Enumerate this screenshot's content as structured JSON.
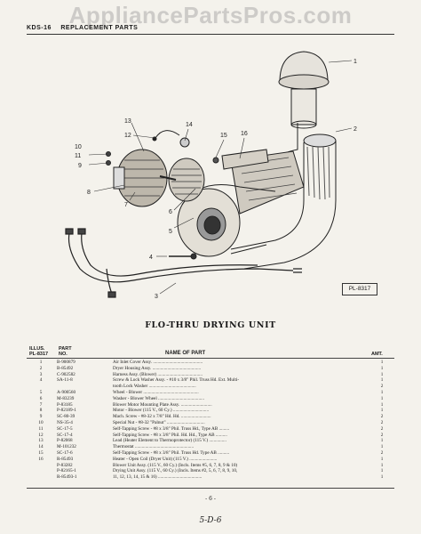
{
  "watermark": "AppliancePartsPros.com",
  "header": {
    "code": "KDS-16",
    "section": "REPLACEMENT PARTS"
  },
  "figure": {
    "callouts": [
      "1",
      "2",
      "3",
      "4",
      "5",
      "6",
      "7",
      "8",
      "9",
      "10",
      "11",
      "12",
      "13",
      "14",
      "15",
      "16"
    ],
    "plate": "PL-8317"
  },
  "title": "FLO-THRU DRYING UNIT",
  "table": {
    "header": {
      "illus_top": "ILLUS.",
      "illus_bottom": "PL-8317",
      "part_top": "PART",
      "part_bottom": "NO.",
      "name": "NAME OF PART",
      "amt": "AMT."
    },
    "rows": [
      {
        "illus": "1",
        "part": "B-900879",
        "name": "Air Inlet Cover Assy. ...........................................",
        "amt": "1"
      },
      {
        "illus": "2",
        "part": "B-85492",
        "name": "Dryer Housing Assy. ..........................................",
        "amt": "1"
      },
      {
        "illus": "3",
        "part": "C-902582",
        "name": "Harness Assy. (Blower) .......................................",
        "amt": "1"
      },
      {
        "illus": "4",
        "part": "SA-11-8",
        "name": "Screw & Lock Washer Assy. - #10 x 3/8\" Phil. Truss Hd. Ext. Multi-",
        "amt": "1"
      },
      {
        "illus": "",
        "part": "",
        "name": "tooth  Lock Washer .........................................",
        "amt": "2"
      },
      {
        "illus": "5",
        "part": "A-900560",
        "name": "Wheel - Blower ................................................",
        "amt": "1"
      },
      {
        "illus": "6",
        "part": "M-83239",
        "name": "Washer - Blower Wheel ........................................",
        "amt": "1"
      },
      {
        "illus": "7",
        "part": "P-83185",
        "name": "Blower Motor Mounting Plate Assy. ...........................",
        "amt": "1"
      },
      {
        "illus": "8",
        "part": "P-82189-1",
        "name": "Motor - Blower (115 V., 60 Cy.) ...............................",
        "amt": "1"
      },
      {
        "illus": "9",
        "part": "SC-80-39",
        "name": "Mach. Screw - #8-32 x 7/8\" Hd. Hd. ..........................",
        "amt": "2"
      },
      {
        "illus": "10",
        "part": "NS-35-4",
        "name": "Special Nut - #8-32 \"Palnut\" .................................",
        "amt": "2"
      },
      {
        "illus": "11",
        "part": "SC-17-5",
        "name": "Self-Tapping Screw - #8 x 3/8\" Phil. Truss Hd., Type AB .........",
        "amt": "2"
      },
      {
        "illus": "12",
        "part": "SC-17-4",
        "name": "Self-Tapping Screw - #8 x 3/8\" Phil. Hd. Hd., Type AB ..........",
        "amt": "2"
      },
      {
        "illus": "13",
        "part": "P-82068",
        "name": "Lead (Heater Element to Thermoprotector) (115 V.) ...............",
        "amt": "1"
      },
      {
        "illus": "14",
        "part": "M-101232",
        "name": "Thermostat ...................................................",
        "amt": "1"
      },
      {
        "illus": "15",
        "part": "SC-17-6",
        "name": "Self-Tapping Screw - #8 x 3/8\" Phil. Truss Hd. Type AB ..........",
        "amt": "2"
      },
      {
        "illus": "16",
        "part": "R-85493",
        "name": "Heater - Open Coil (Dryer Unit) (115 V.) ........................",
        "amt": "1"
      },
      {
        "illus": "",
        "part": "P-83282",
        "name": "Blower Unit Assy. (115 V., 60 Cy.) (Incls. Items #5, 6, 7, 8, 9 & 10)",
        "amt": "1"
      },
      {
        "illus": "",
        "part": "P-82165-1",
        "name": "Drying Unit Assy. (115 V., 60 Cy.) (Incls. Items #2, 5, 6, 7, 8, 9, 10,",
        "amt": "1"
      },
      {
        "illus": "",
        "part": "R-85493-1",
        "name": "11, 12, 13, 14, 15 & 16) ......................................",
        "amt": "1"
      }
    ]
  },
  "footer": {
    "page": "- 6 -",
    "handwritten": "5-D-6"
  }
}
